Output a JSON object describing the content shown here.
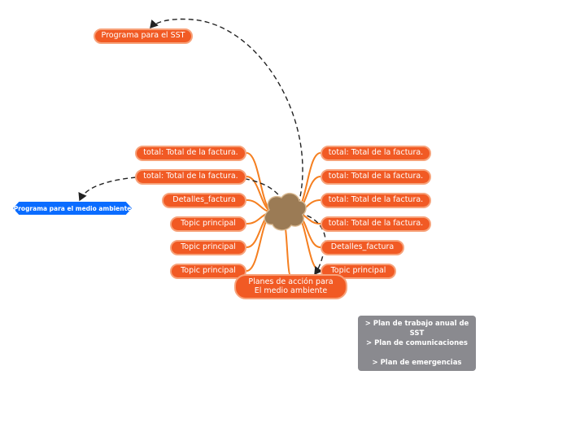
{
  "mindmap": {
    "center_color": "#9b7b55",
    "branch_color": "#f57f20",
    "node_color": "#f15a24",
    "top_node": "Programa para el SST",
    "left_nodes": [
      "total: Total de la factura.",
      "total: Total de la factura.",
      "Detalles_factura",
      "Topic principal",
      "Topic principal",
      "Topic principal"
    ],
    "right_nodes": [
      "total: Total de la factura.",
      "total: Total de la factura.",
      "total: Total de la factura.",
      "total: Total de la factura.",
      "Detalles_factura",
      "Topic principal"
    ],
    "bottom_node": "Planes de acción para El medio ambiente",
    "blue_node": "Programa para el medio ambiente",
    "blue_color": "#0a6cff",
    "notes": [
      "> Plan de trabajo anual de SST",
      "> Plan de comunicaciones",
      "> Plan de emergencias"
    ],
    "notes_color": "#8a8a8f"
  }
}
